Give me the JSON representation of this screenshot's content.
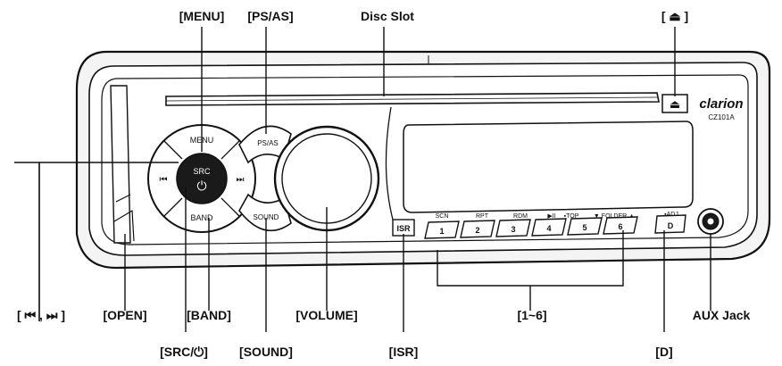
{
  "callouts": {
    "menu": "[MENU]",
    "ps_as": "[PS/AS]",
    "disc_slot": "Disc Slot",
    "eject": "[ ⏏ ]",
    "skip": "[ ⏮ , ⏭ ]",
    "open": "[OPEN]",
    "band": "[BAND]",
    "volume": "[VOLUME]",
    "presets": "[1~6]",
    "aux_jack": "AUX Jack",
    "src_power": "[SRC/⏻]",
    "sound": "[SOUND]",
    "isr": "[ISR]",
    "d": "[D]"
  },
  "unit": {
    "brand": "clarion",
    "model": "CZ101A",
    "menu": "MENU",
    "band": "BAND",
    "src": "SRC",
    "power_symbol": "⏻",
    "prev_symbol": "⏮",
    "next_symbol": "⏭",
    "ps_as": "PS/AS",
    "sound": "SOUND",
    "isr": "ISR",
    "d": "D",
    "eject_symbol": "⏏",
    "preset_top_labels": [
      "SCN",
      "RPT",
      "RDM",
      "▶II",
      "▪TOP"
    ],
    "folder_label": "▼  FOLDER  ▲",
    "adj_label": "▪ADJ",
    "preset_numbers": [
      "1",
      "2",
      "3",
      "4",
      "5",
      "6"
    ]
  }
}
